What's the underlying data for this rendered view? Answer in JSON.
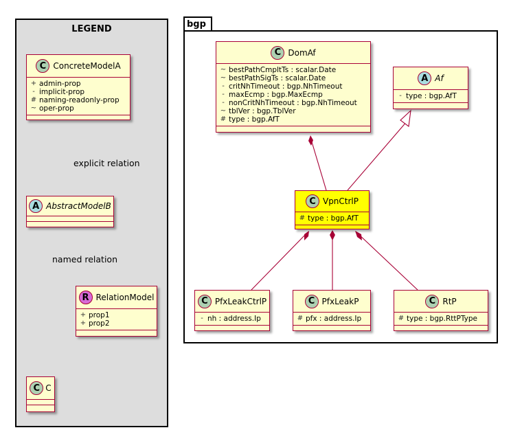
{
  "legend": {
    "title": "LEGEND",
    "concrete": {
      "stereotype": "C",
      "name": "ConcreteModelA",
      "attrs": [
        {
          "vis": "+",
          "text": "admin-prop"
        },
        {
          "vis": "-",
          "text": "implicit-prop"
        },
        {
          "vis": "#",
          "text": "naming-readonly-prop"
        },
        {
          "vis": "~",
          "text": "oper-prop"
        }
      ]
    },
    "abstract": {
      "stereotype": "A",
      "name": "AbstractModelB"
    },
    "relation": {
      "stereotype": "R",
      "name": "RelationModel",
      "attrs": [
        {
          "vis": "+",
          "text": "prop1"
        },
        {
          "vis": "+",
          "text": "prop2"
        }
      ]
    },
    "c": {
      "stereotype": "C",
      "name": "C"
    },
    "explicit_label": "explicit relation",
    "named_label": "named relation"
  },
  "package": {
    "name": "bgp",
    "domaf": {
      "stereotype": "C",
      "name": "DomAf",
      "attrs": [
        {
          "vis": "~",
          "text": "bestPathCmpltTs : scalar.Date"
        },
        {
          "vis": "~",
          "text": "bestPathSigTs : scalar.Date"
        },
        {
          "vis": "-",
          "text": "critNhTimeout : bgp.NhTimeout"
        },
        {
          "vis": "-",
          "text": "maxEcmp : bgp.MaxEcmp"
        },
        {
          "vis": "-",
          "text": "nonCritNhTimeout : bgp.NhTimeout"
        },
        {
          "vis": "~",
          "text": "tblVer : bgp.TblVer"
        },
        {
          "vis": "#",
          "text": "type : bgp.AfT"
        }
      ]
    },
    "af": {
      "stereotype": "A",
      "name": "Af",
      "attrs": [
        {
          "vis": "-",
          "text": "type : bgp.AfT"
        }
      ]
    },
    "vpnctrlp": {
      "stereotype": "C",
      "name": "VpnCtrlP",
      "attrs": [
        {
          "vis": "#",
          "text": "type : bgp.AfT"
        }
      ]
    },
    "pfxleakctrlp": {
      "stereotype": "C",
      "name": "PfxLeakCtrlP",
      "attrs": [
        {
          "vis": "-",
          "text": "nh : address.Ip"
        }
      ]
    },
    "pfxleakp": {
      "stereotype": "C",
      "name": "PfxLeakP",
      "attrs": [
        {
          "vis": "#",
          "text": "pfx : address.Ip"
        }
      ]
    },
    "rtp": {
      "stereotype": "C",
      "name": "RtP",
      "attrs": [
        {
          "vis": "#",
          "text": "type : bgp.RttPType"
        }
      ]
    }
  },
  "colors": {
    "class_fill": "#fefece",
    "class_border": "#a80036",
    "highlight_fill": "#ffff00",
    "legend_bg": "#dddddd",
    "class_circle": "#add1b2",
    "abstract_circle": "#a9dcdf",
    "relation_circle": "#d76ad7"
  }
}
